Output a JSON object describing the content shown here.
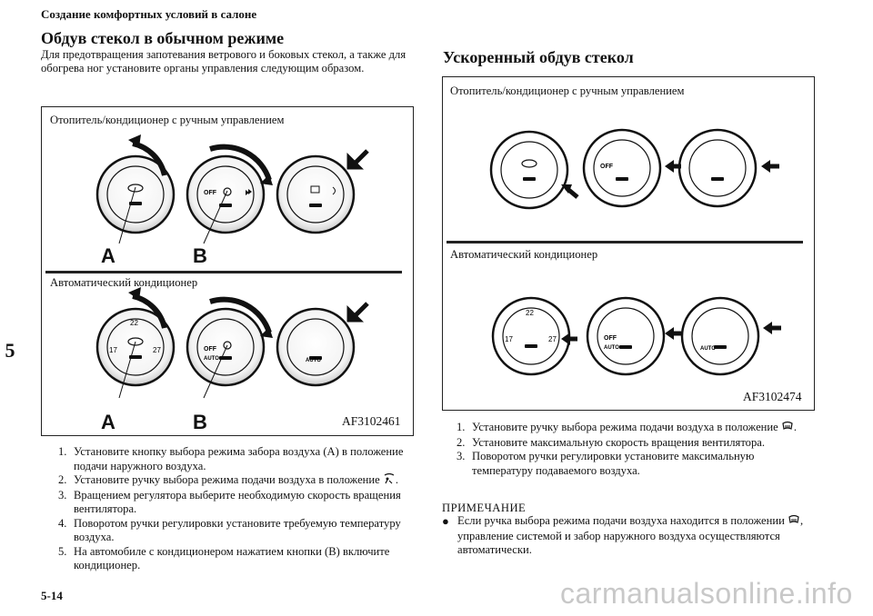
{
  "header": {
    "section_title": "Создание комфортных условий в салоне",
    "page_number": "5-14",
    "side_tab": "5"
  },
  "left": {
    "title": "Обдув стекол в обычном режиме",
    "intro": "Для предотвращения запотевания ветрового и боковых стекол, а также для обогрева ног установите органы управления следующим образом.",
    "figure": {
      "caption_manual": "Отопитель/кондиционер с ручным управлением",
      "caption_auto": "Автоматический кондиционер",
      "label_a": "A",
      "label_b": "B",
      "code": "AF3102461",
      "dial_off": "OFF",
      "dial_auto": "AUTO",
      "temp_low": "17",
      "temp_mid": "22",
      "temp_high": "27"
    },
    "steps": [
      {
        "num": "1.",
        "text": "Установите кнопку выбора режима забора воздуха (A) в положение подачи наружного воздуха."
      },
      {
        "num": "2.",
        "text": "Установите ручку выбора режима подачи воздуха в положение"
      },
      {
        "num": "3.",
        "text": "Вращением регулятора выберите необходимую скорость вращения вентилятора."
      },
      {
        "num": "4.",
        "text": "Поворотом ручки регулировки установите требуемую температуру воздуха."
      },
      {
        "num": "5.",
        "text": "На автомобиле с кондиционером нажатием кнопки (B) включите кондиционер."
      }
    ]
  },
  "right": {
    "title": "Ускоренный обдув стекол",
    "figure": {
      "caption_manual": "Отопитель/кондиционер с ручным управлением",
      "caption_auto": "Автоматический кондиционер",
      "code": "AF3102474"
    },
    "steps": [
      {
        "num": "1.",
        "text": "Установите ручку выбора режима подачи воздуха в положение"
      },
      {
        "num": "2.",
        "text": "Установите максимальную скорость вращения вентилятора."
      },
      {
        "num": "3.",
        "text": "Поворотом ручки регулировки установите максимальную температуру подаваемого воздуха."
      }
    ],
    "note_title": "ПРИМЕЧАНИЕ",
    "note_part1": "Если ручка выбора режима подачи воздуха находится в положении",
    "note_part2": ", управление системой и забор наружного воздуха осуществляются автоматически."
  },
  "watermark": "carmanualsonline.info"
}
